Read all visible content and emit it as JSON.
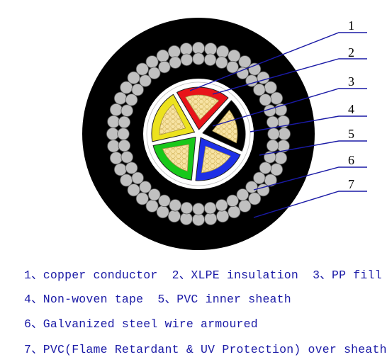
{
  "callouts": [
    "1",
    "2",
    "3",
    "4",
    "5",
    "6",
    "7"
  ],
  "legend": [
    "1、copper conductor  2、XLPE insulation  3、PP fill",
    "4、Non-woven tape  5、PVC inner sheath",
    "6、Galvanized steel wire armoured",
    "7、PVC(Flame Retardant & UV Protection) over sheath"
  ],
  "colors": {
    "sheath": "#000000",
    "armour_wire": "#c0c0c0",
    "tape": "#ffffff",
    "core_1": "#e8141a",
    "core_2": "#000000",
    "core_3": "#1e30e6",
    "core_4": "#18c81a",
    "core_5": "#ece21e",
    "copper": "#f7e3a4",
    "leader": "#1a1aa6"
  }
}
